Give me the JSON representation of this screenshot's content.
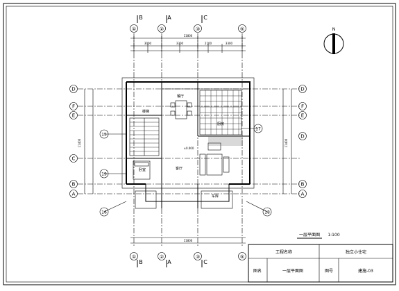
{
  "grid_top": [
    {
      "num": "①",
      "letter": "B"
    },
    {
      "num": "②",
      "letter": "A"
    },
    {
      "num": "③",
      "letter": "C"
    },
    {
      "num": "⑤",
      "letter": ""
    }
  ],
  "grid_bottom": [
    {
      "num": "①",
      "letter": "B"
    },
    {
      "num": "②",
      "letter": "A"
    },
    {
      "num": "③",
      "letter": "C"
    },
    {
      "num": "⑤",
      "letter": ""
    }
  ],
  "grid_left": [
    "D",
    "F",
    "E",
    "C",
    "B",
    "A"
  ],
  "grid_right": [
    "D",
    "F",
    "E",
    "D",
    "B",
    "A"
  ],
  "dims": {
    "top_total": "11800",
    "top_segments": [
      "3000",
      "3300",
      "2100",
      "3300"
    ],
    "bottom_total": "11800",
    "left_total": "11400",
    "right_total": "11400"
  },
  "callouts": [
    "15",
    "16",
    "17",
    "18",
    "19"
  ],
  "plan_title": {
    "name": "一层平面图",
    "scale": "1:100"
  },
  "rooms": {
    "living": "客厅",
    "dining": "餐厅",
    "kitchen": "厨房",
    "bedroom": "卧室",
    "stair": "楼梯",
    "garage": "车库"
  },
  "level": "±0.000",
  "title_block": {
    "project_label": "工程名称",
    "project_value": "独立小住宅",
    "drawing_label": "图名",
    "drawing_value": "一层平面图",
    "number_label": "图号",
    "number_value": "建施-03"
  },
  "north_symbol": "N"
}
